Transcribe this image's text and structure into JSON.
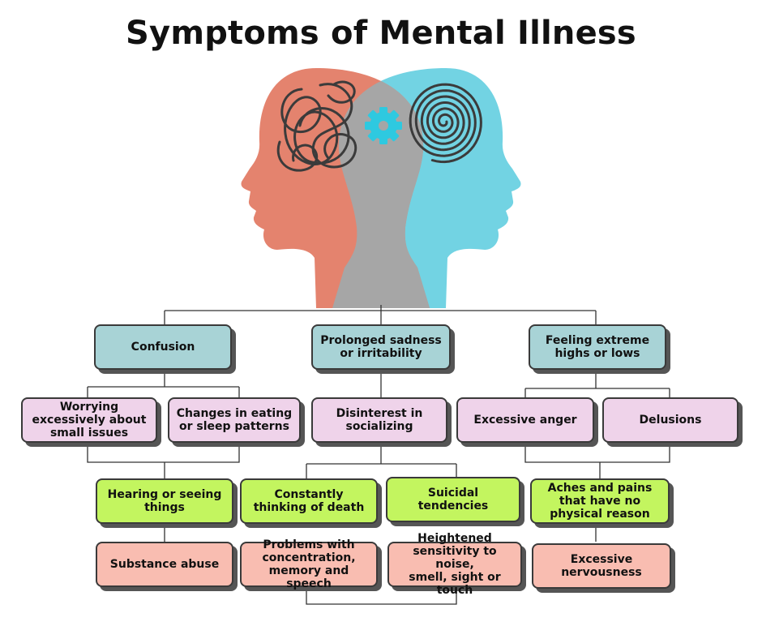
{
  "title": "Symptoms of Mental Illness",
  "colors": {
    "teal": "#a8d3d6",
    "lilac": "#efd3ea",
    "lime": "#c3f55f",
    "salmon": "#f9bdb1",
    "head_left": "#e4836e",
    "head_right": "#72d3e3",
    "head_overlap": "#a6a6a6",
    "gear": "#2ec9e0",
    "scribble": "#3b3b3b"
  },
  "icons": [
    "two-heads-icon",
    "tangled-scribble-icon",
    "gear-icon",
    "spiral-icon"
  ],
  "nodes": {
    "confusion": "Confusion",
    "sadness": "Prolonged sadness\nor irritability",
    "highs_lows": "Feeling extreme\nhighs or lows",
    "worrying": "Worrying\nexcessively about\nsmall issues",
    "eating_sleep": "Changes in eating\nor sleep patterns",
    "disinterest": "Disinterest in\nsocializing",
    "anger": "Excessive anger",
    "delusions": "Delusions",
    "hearing_seeing": "Hearing or seeing\nthings",
    "thinking_death": "Constantly\nthinking of death",
    "suicidal": "Suicidal\ntendencies",
    "aches": "Aches and pains\nthat have no\nphysical reason",
    "substance": "Substance abuse",
    "concentration": "Problems with\nconcentration,\nmemory and speech",
    "sensitivity": "Heightened\nsensitivity to noise,\nsmell, sight or touch",
    "nervousness": "Excessive\nnervousness"
  }
}
